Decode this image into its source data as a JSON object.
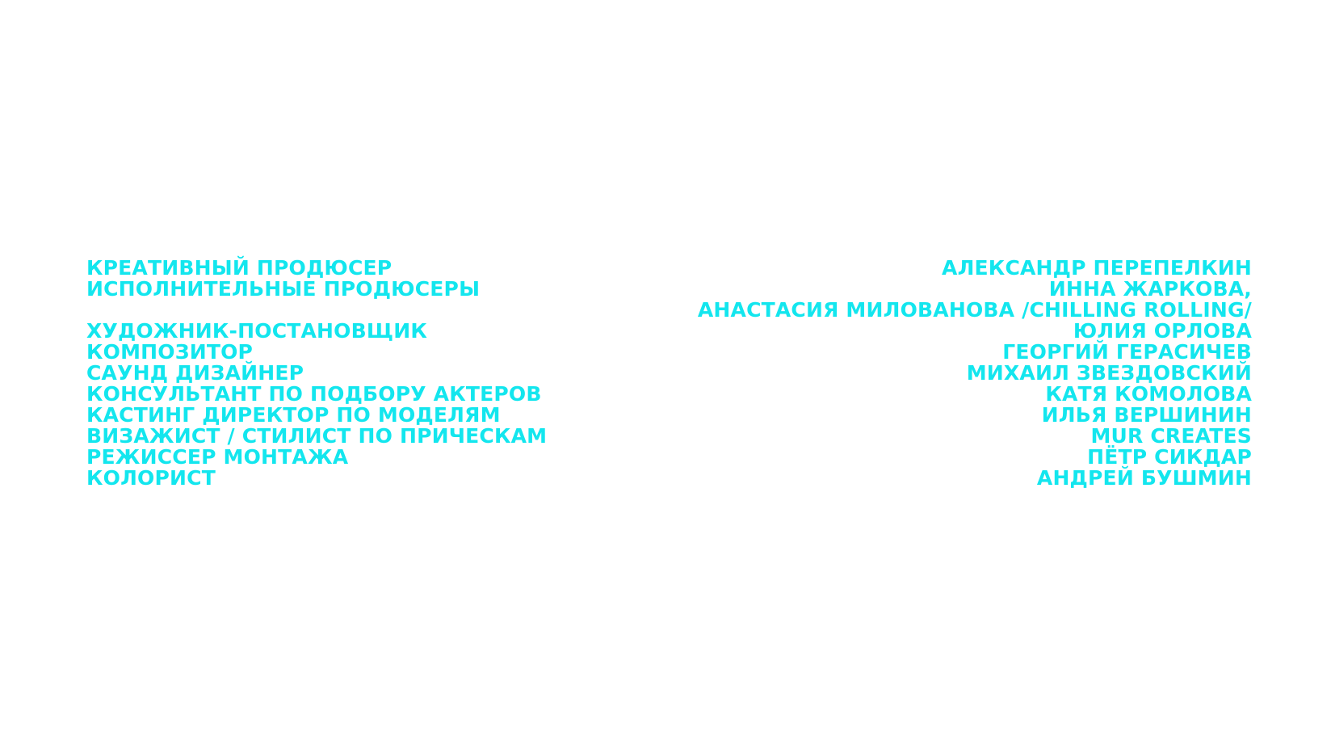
{
  "colors": {
    "background": "#ffffff",
    "text": "#13e6ee"
  },
  "credits": [
    {
      "role": "КРЕАТИВНЫЙ ПРОДЮСЕР",
      "names": [
        "АЛЕКСАНДР ПЕРЕПЕЛКИН"
      ]
    },
    {
      "role": "ИСПОЛНИТЕЛЬНЫЕ ПРОДЮСЕРЫ",
      "names": [
        "ИННА ЖАРКОВА,",
        "АНАСТАСИЯ МИЛОВАНОВА /CHILLING ROLLING/"
      ]
    },
    {
      "role": "ХУДОЖНИК-ПОСТАНОВЩИК",
      "names": [
        "ЮЛИЯ ОРЛОВА"
      ]
    },
    {
      "role": "КОМПОЗИТОР",
      "names": [
        "ГЕОРГИЙ ГЕРАСИЧЕВ"
      ]
    },
    {
      "role": "САУНД ДИЗАЙНЕР",
      "names": [
        "МИХАИЛ ЗВЕЗДОВСКИЙ"
      ]
    },
    {
      "role": "КОНСУЛЬТАНТ ПО ПОДБОРУ АКТЕРОВ",
      "names": [
        "КАТЯ КОМОЛОВА"
      ]
    },
    {
      "role": "КАСТИНГ ДИРЕКТОР ПО МОДЕЛЯМ",
      "names": [
        "ИЛЬЯ ВЕРШИНИН"
      ]
    },
    {
      "role": "ВИЗАЖИСТ / СТИЛИСТ ПО ПРИЧЕСКАМ",
      "names": [
        "MUR CREATES"
      ]
    },
    {
      "role": "РЕЖИССЕР МОНТАЖА",
      "names": [
        "ПЁТР СИКДАР"
      ]
    },
    {
      "role": "КОЛОРИСТ",
      "names": [
        "АНДРЕЙ БУШМИН"
      ]
    }
  ]
}
